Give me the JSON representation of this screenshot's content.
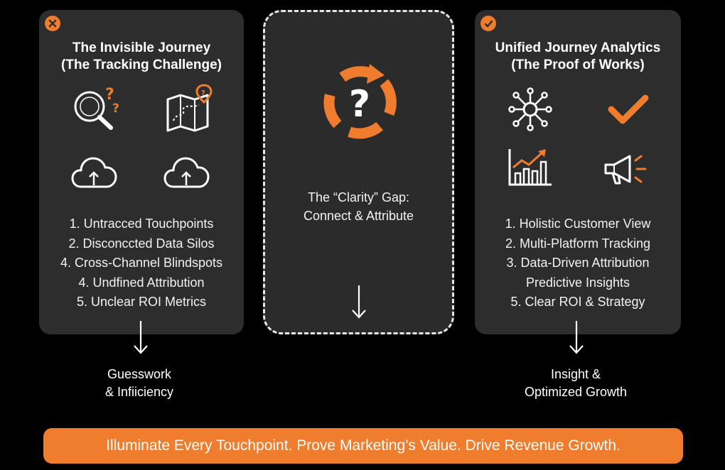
{
  "colors": {
    "accent": "#f07c2d",
    "card_bg": "#2d2d2d",
    "page_bg": "#000000"
  },
  "left_card": {
    "badge_icon": "close-icon",
    "title_line1": "The Invisible Journey",
    "title_line2": "(The Tracking Challenge)",
    "icons": [
      "search-question-icon",
      "map-route-icon",
      "cloud-upload-icon",
      "cloud-upload-icon"
    ],
    "items": [
      "1. Untracced Touchpoints",
      "2. Disconccted Data Silos",
      "4. Cross-Channel Blindspots",
      "4. Undfined Attribution",
      "5. Unclear ROI Metrics"
    ],
    "outcome_line1": "Guesswork",
    "outcome_line2": "& Infiiciency"
  },
  "middle_card": {
    "icon": "cycle-question-icon",
    "text_line1": "The “Clarity” Gap:",
    "text_line2": "Connect & Attribute"
  },
  "right_card": {
    "badge_icon": "check-icon",
    "title_line1": "Unified Journey Analytics",
    "title_line2": "(The Proof of Works)",
    "icons": [
      "network-hub-icon",
      "checkmark-icon",
      "growth-chart-icon",
      "megaphone-icon"
    ],
    "items": [
      "1. Holistic Customer View",
      "2. Multi-Platform Tracking",
      "3. Data-Driven Attribution",
      "Predictive Insights",
      "5. Clear ROI & Strategy"
    ],
    "outcome_line1": "Insight &",
    "outcome_line2": "Optimized Growth"
  },
  "banner": {
    "text": "Illuminate Every Touchpoint. Prove Marketing’s Value. Drive Revenue Growth."
  }
}
